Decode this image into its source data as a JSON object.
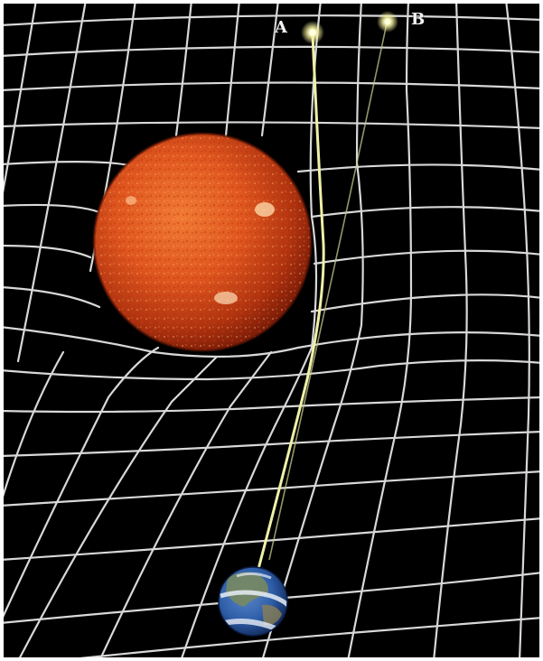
{
  "labels": {
    "star_a": "A",
    "star_b": "B"
  },
  "colors": {
    "background": "#000000",
    "grid": "#d8d8d8",
    "frame": "#ffffff",
    "light_path": "#eef0a8",
    "star_glow": "#f4f0a0",
    "sun_core": "#e0561f",
    "sun_edge": "#7a1c08",
    "earth_ocean": "#2f5ea8",
    "earth_cloud": "#e8eef6"
  },
  "objects": [
    "sun",
    "earth",
    "star-a",
    "star-b",
    "apparent-light-path",
    "true-light-path",
    "spacetime-grid"
  ]
}
